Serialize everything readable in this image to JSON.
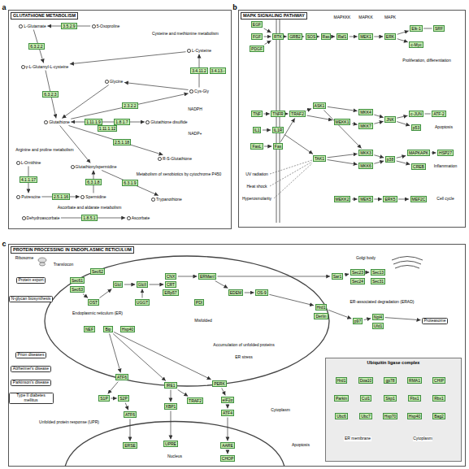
{
  "diagram": {
    "nodes": [
      {
        "text": [
          "GLUTATHIONE METABOLISM"
        ]
      },
      {
        "text": [
          "L-Glutamate"
        ],
        "in": 0
      },
      {
        "text": [
          "5-Oxoproline"
        ],
        "in": 0
      },
      {
        "text": [
          "L-Cysteine"
        ],
        "in": 0
      },
      {
        "text": [
          "Cys-Gly"
        ],
        "in": 0
      },
      {
        "text": [
          "γ-L-Glutamyl-L-cysteine"
        ],
        "in": 0
      },
      {
        "text": [
          "Glycine"
        ],
        "in": 0
      },
      {
        "text": [
          "Glutathione"
        ],
        "in": 0
      },
      {
        "text": [
          "Glutathione disulfide"
        ],
        "in": 0
      },
      {
        "text": [
          "R-S-Glutathione"
        ],
        "in": 0
      },
      {
        "text": [
          "L-Ornithine"
        ],
        "in": 0
      },
      {
        "text": [
          "Putrescine"
        ],
        "in": 0
      },
      {
        "text": [
          "Spermidine"
        ],
        "in": 0
      },
      {
        "text": [
          "Glutathionylspermidine"
        ],
        "in": 0
      },
      {
        "text": [
          "Trypanothione"
        ],
        "in": 0
      },
      {
        "text": [
          "Dehydroascorbate"
        ],
        "in": 0
      },
      {
        "text": [
          "Ascorbate"
        ],
        "in": 0
      },
      {
        "text": [
          "3.5.2.9"
        ],
        "in": 0
      },
      {
        "text": [
          "6.3.2.2"
        ],
        "in": 0
      },
      {
        "text": [
          "6.3.2.3"
        ],
        "in": 0
      },
      {
        "text": [
          "2.3.2.2"
        ],
        "in": 0
      },
      {
        "text": [
          "3.4.11.2"
        ],
        "in": 0
      },
      {
        "text": [
          "3.4.13.-"
        ],
        "in": 0
      },
      {
        "text": [
          "1.11.1.9"
        ],
        "in": 0
      },
      {
        "text": [
          "1.8.1.7"
        ],
        "in": 0
      },
      {
        "text": [
          "1.11.1.12"
        ],
        "in": 0
      },
      {
        "text": [
          "2.5.1.18"
        ],
        "in": 0
      },
      {
        "text": [
          "4.1.1.17"
        ],
        "in": 0
      },
      {
        "text": [
          "2.5.1.16"
        ],
        "in": 0
      },
      {
        "text": [
          "6.3.1.8"
        ],
        "in": 0
      },
      {
        "text": [
          "6.3.1.9"
        ],
        "in": 0
      },
      {
        "text": [
          "1.8.5.1"
        ],
        "in": 0
      },
      {
        "text": [
          "MAPK SIGNALING PATHWAY"
        ]
      },
      {
        "text": [
          "EGF"
        ],
        "in": 32
      },
      {
        "text": [
          "FGF"
        ],
        "in": 32
      },
      {
        "text": [
          "PDGF"
        ],
        "in": 32
      },
      {
        "text": [
          "RTK"
        ],
        "in": 32
      },
      {
        "text": [
          "GRB2"
        ],
        "in": 32
      },
      {
        "text": [
          "SOS"
        ],
        "in": 32
      },
      {
        "text": [
          "Ras"
        ],
        "in": 32
      },
      {
        "text": [
          "Raf1"
        ],
        "in": 32
      },
      {
        "text": [
          "MEK1"
        ],
        "in": 32
      },
      {
        "text": [
          "ERK"
        ],
        "in": 32
      },
      {
        "text": [
          "Elk-1"
        ],
        "in": 32
      },
      {
        "text": [
          "SRF"
        ],
        "in": 32
      },
      {
        "text": [
          "c-Myc"
        ],
        "in": 32
      },
      {
        "text": [
          "TNF"
        ],
        "in": 32
      },
      {
        "text": [
          "IL1"
        ],
        "in": 32
      },
      {
        "text": [
          "FasL"
        ],
        "in": 32
      },
      {
        "text": [
          "TNFR"
        ],
        "in": 32
      },
      {
        "text": [
          "IL1R"
        ],
        "in": 32
      },
      {
        "text": [
          "Fas"
        ],
        "in": 32
      },
      {
        "text": [
          "TRAF2"
        ],
        "in": 32
      },
      {
        "text": [
          "ASK1"
        ],
        "in": 32
      },
      {
        "text": [
          "MEKK1"
        ],
        "in": 32
      },
      {
        "text": [
          "MKK4"
        ],
        "in": 32
      },
      {
        "text": [
          "MKK7"
        ],
        "in": 32
      },
      {
        "text": [
          "JNK"
        ],
        "in": 32
      },
      {
        "text": [
          "c-JUN"
        ],
        "in": 32
      },
      {
        "text": [
          "ATF-2"
        ],
        "in": 32
      },
      {
        "text": [
          "p53"
        ],
        "in": 32
      },
      {
        "text": [
          "TAK1"
        ],
        "in": 32
      },
      {
        "text": [
          "MKK3"
        ],
        "in": 32
      },
      {
        "text": [
          "MKK6"
        ],
        "in": 32
      },
      {
        "text": [
          "p38"
        ],
        "in": 32
      },
      {
        "text": [
          "MAPKAPK"
        ],
        "in": 32
      },
      {
        "text": [
          "HSP27"
        ],
        "in": 32
      },
      {
        "text": [
          "CREB"
        ],
        "in": 32
      },
      {
        "text": [
          "MEKK2"
        ],
        "in": 32
      },
      {
        "text": [
          "MEK5"
        ],
        "in": 32
      },
      {
        "text": [
          "ERK5"
        ],
        "in": 32
      },
      {
        "text": [
          "MEF2C"
        ],
        "in": 32
      },
      {
        "text": [
          "PROTEIN PROCESSING IN ENDOPLASMIC RETICULUM"
        ]
      },
      {
        "text": [
          "Protein export"
        ],
        "in": 72
      },
      {
        "text": [
          "N-glycan biosynthesis"
        ],
        "in": 72
      },
      {
        "text": [
          "Sec61"
        ],
        "in": 72
      },
      {
        "text": [
          "Sec62"
        ],
        "in": 72
      },
      {
        "text": [
          "Sec63"
        ],
        "in": 72
      },
      {
        "text": [
          "OST"
        ],
        "in": 72
      },
      {
        "text": [
          "GlcI"
        ],
        "in": 72
      },
      {
        "text": [
          "GlcII"
        ],
        "in": 72
      },
      {
        "text": [
          "CNX"
        ],
        "in": 72
      },
      {
        "text": [
          "CRT"
        ],
        "in": 72
      },
      {
        "text": [
          "ERp57"
        ],
        "in": 72
      },
      {
        "text": [
          "UGGT"
        ],
        "in": 72
      },
      {
        "text": [
          "ERManI"
        ],
        "in": 72
      },
      {
        "text": [
          "EDEM"
        ],
        "in": 72
      },
      {
        "text": [
          "OS-9"
        ],
        "in": 72
      },
      {
        "text": [
          "Hrd1"
        ],
        "in": 72
      },
      {
        "text": [
          "Derlin"
        ],
        "in": 72
      },
      {
        "text": [
          "NEF"
        ],
        "in": 72
      },
      {
        "text": [
          "Bip"
        ],
        "in": 72
      },
      {
        "text": [
          "Hsp40"
        ],
        "in": 72
      },
      {
        "text": [
          "PDI"
        ],
        "in": 72
      },
      {
        "text": [
          "ATF6"
        ],
        "in": 72
      },
      {
        "text": [
          "IRE1"
        ],
        "in": 72
      },
      {
        "text": [
          "PERK"
        ],
        "in": 72
      },
      {
        "text": [
          "S1P"
        ],
        "in": 72
      },
      {
        "text": [
          "S2P"
        ],
        "in": 72
      },
      {
        "text": [
          "ATF6"
        ],
        "in": 72
      },
      {
        "text": [
          "XBP1"
        ],
        "in": 72
      },
      {
        "text": [
          "TRAF2"
        ],
        "in": 72
      },
      {
        "text": [
          "eIF2α"
        ],
        "in": 72
      },
      {
        "text": [
          "ATF4"
        ],
        "in": 72
      },
      {
        "text": [
          "ERSE"
        ],
        "in": 72
      },
      {
        "text": [
          "UPRE"
        ],
        "in": 72
      },
      {
        "text": [
          "AARE"
        ],
        "in": 72
      },
      {
        "text": [
          "CHOP"
        ],
        "in": 72
      },
      {
        "text": [
          "Sar1"
        ],
        "in": 72
      },
      {
        "text": [
          "Sec23"
        ],
        "in": 72
      },
      {
        "text": [
          "Sec24"
        ],
        "in": 72
      },
      {
        "text": [
          "Sec13"
        ],
        "in": 72
      },
      {
        "text": [
          "Sec31"
        ],
        "in": 72
      },
      {
        "text": [
          "p97"
        ],
        "in": 72
      },
      {
        "text": [
          "Npl4"
        ],
        "in": 72
      },
      {
        "text": [
          "Ufd1"
        ],
        "in": 72
      },
      {
        "text": [
          "Proteasome"
        ],
        "in": 72
      },
      {
        "text": [
          "Prion diseases"
        ],
        "in": 72
      },
      {
        "text": [
          "Alzheimer's disease"
        ],
        "in": 72
      },
      {
        "text": [
          "Parkinson's disease"
        ],
        "in": 72
      },
      {
        "text": [
          "Type II diabetes mellitus"
        ],
        "in": 72
      },
      {
        "text": [
          "Ubiquitin ligase complex"
        ],
        "in": 72
      },
      {
        "text": [
          "Hrd1"
        ],
        "in": 121
      },
      {
        "text": [
          "Doa10"
        ],
        "in": 121
      },
      {
        "text": [
          "gp78"
        ],
        "in": 121
      },
      {
        "text": [
          "RMA1"
        ],
        "in": 121
      },
      {
        "text": [
          "CHIP"
        ],
        "in": 121
      },
      {
        "text": [
          "Parkin"
        ],
        "in": 121
      },
      {
        "text": [
          "Cul1"
        ],
        "in": 121
      },
      {
        "text": [
          "Skp1"
        ],
        "in": 121
      },
      {
        "text": [
          "Fbs1"
        ],
        "in": 121
      },
      {
        "text": [
          "Rbx1"
        ],
        "in": 121
      },
      {
        "text": [
          "Ubc6"
        ],
        "in": 121
      },
      {
        "text": [
          "Ubc7"
        ],
        "in": 121
      },
      {
        "text": [
          "Hsp70"
        ],
        "in": 121
      },
      {
        "text": [
          "Hsp40"
        ],
        "in": 121
      },
      {
        "text": [
          "Bag2"
        ],
        "in": 121
      }
    ],
    "edges": [
      {
        "from": 1,
        "to": 5,
        "arrow": "to"
      },
      {
        "from": 3,
        "to": 5,
        "arrow": "to"
      },
      {
        "from": 5,
        "to": 7,
        "arrow": "to"
      },
      {
        "from": 6,
        "to": 7,
        "arrow": "to"
      },
      {
        "from": 7,
        "to": 4,
        "arrow": "to"
      },
      {
        "from": 4,
        "to": 3,
        "arrow": "to"
      },
      {
        "from": 4,
        "to": 6,
        "arrow": "to"
      },
      {
        "from": 2,
        "to": 1,
        "arrow": "to"
      },
      {
        "from": 7,
        "to": 8,
        "arrow": "both"
      },
      {
        "from": 7,
        "to": 9,
        "arrow": "to"
      },
      {
        "from": 10,
        "to": 11,
        "arrow": "to"
      },
      {
        "from": 11,
        "to": 12,
        "arrow": "to"
      },
      {
        "from": 12,
        "to": 13,
        "arrow": "to"
      },
      {
        "from": 7,
        "to": 13,
        "arrow": "to"
      },
      {
        "from": 13,
        "to": 14,
        "arrow": "to"
      },
      {
        "from": 15,
        "to": 16,
        "arrow": "to"
      },
      {
        "from": 33,
        "to": 36,
        "arrow": "to"
      },
      {
        "from": 34,
        "to": 36,
        "arrow": "to"
      },
      {
        "from": 35,
        "to": 36,
        "arrow": "to"
      },
      {
        "from": 36,
        "to": 37,
        "arrow": "to"
      },
      {
        "from": 37,
        "to": 38,
        "arrow": "to"
      },
      {
        "from": 38,
        "to": 39,
        "arrow": "to"
      },
      {
        "from": 39,
        "to": 40,
        "arrow": "to"
      },
      {
        "from": 40,
        "to": 41,
        "arrow": "to"
      },
      {
        "from": 41,
        "to": 42,
        "arrow": "to"
      },
      {
        "from": 42,
        "to": 43,
        "arrow": "to"
      },
      {
        "from": 42,
        "to": 45,
        "arrow": "to"
      },
      {
        "from": 43,
        "to": 44,
        "arrow": "none"
      },
      {
        "from": 46,
        "to": 49,
        "arrow": "to"
      },
      {
        "from": 47,
        "to": 50,
        "arrow": "to"
      },
      {
        "from": 48,
        "to": 51,
        "arrow": "to"
      },
      {
        "from": 49,
        "to": 52,
        "arrow": "to"
      },
      {
        "from": 51,
        "to": 52,
        "arrow": "to"
      },
      {
        "from": 52,
        "to": 53,
        "arrow": "to"
      },
      {
        "from": 52,
        "to": 54,
        "arrow": "to"
      },
      {
        "from": 53,
        "to": 55,
        "arrow": "to"
      },
      {
        "from": 54,
        "to": 56,
        "arrow": "to"
      },
      {
        "from": 55,
        "to": 57,
        "arrow": "to"
      },
      {
        "from": 56,
        "to": 57,
        "arrow": "to"
      },
      {
        "from": 57,
        "to": 58,
        "arrow": "to"
      },
      {
        "from": 57,
        "to": 60,
        "arrow": "to"
      },
      {
        "from": 58,
        "to": 59,
        "arrow": "none"
      },
      {
        "from": 50,
        "to": 61,
        "arrow": "to"
      },
      {
        "from": 61,
        "to": 62,
        "arrow": "to"
      },
      {
        "from": 61,
        "to": 63,
        "arrow": "to"
      },
      {
        "from": 62,
        "to": 64,
        "arrow": "to"
      },
      {
        "from": 63,
        "to": 64,
        "arrow": "to"
      },
      {
        "from": 64,
        "to": 65,
        "arrow": "to"
      },
      {
        "from": 65,
        "to": 66,
        "arrow": "to"
      },
      {
        "from": 64,
        "to": 67,
        "arrow": "to"
      },
      {
        "from": 68,
        "to": 69,
        "arrow": "to"
      },
      {
        "from": 69,
        "to": 70,
        "arrow": "to"
      },
      {
        "from": 70,
        "to": 71,
        "arrow": "to"
      },
      {
        "from": 53,
        "to": 62,
        "arrow": "to"
      },
      {
        "from": 77,
        "to": 78,
        "arrow": "to"
      },
      {
        "from": 78,
        "to": 79,
        "arrow": "to"
      },
      {
        "from": 79,
        "to": 80,
        "arrow": "to"
      },
      {
        "from": 80,
        "to": 82,
        "arrow": "to"
      },
      {
        "from": 84,
        "to": 80,
        "arrow": "to"
      },
      {
        "from": 81,
        "to": 85,
        "arrow": "to"
      },
      {
        "from": 85,
        "to": 86,
        "arrow": "to"
      },
      {
        "from": 86,
        "to": 87,
        "arrow": "to"
      },
      {
        "from": 87,
        "to": 88,
        "arrow": "to"
      },
      {
        "from": 88,
        "to": 113,
        "arrow": "to"
      },
      {
        "from": 113,
        "to": 114,
        "arrow": "to"
      },
      {
        "from": 114,
        "to": 116,
        "arrow": "to"
      },
      {
        "from": 85,
        "to": 108,
        "arrow": "to"
      },
      {
        "from": 108,
        "to": 109,
        "arrow": "to"
      },
      {
        "from": 109,
        "to": 111,
        "arrow": "to"
      },
      {
        "from": 91,
        "to": 94,
        "arrow": "to"
      },
      {
        "from": 91,
        "to": 95,
        "arrow": "to"
      },
      {
        "from": 91,
        "to": 96,
        "arrow": "to"
      },
      {
        "from": 94,
        "to": 97,
        "arrow": "to"
      },
      {
        "from": 97,
        "to": 98,
        "arrow": "to"
      },
      {
        "from": 98,
        "to": 99,
        "arrow": "to"
      },
      {
        "from": 99,
        "to": 104,
        "arrow": "to"
      },
      {
        "from": 95,
        "to": 100,
        "arrow": "to"
      },
      {
        "from": 95,
        "to": 101,
        "arrow": "to"
      },
      {
        "from": 100,
        "to": 105,
        "arrow": "to"
      },
      {
        "from": 96,
        "to": 102,
        "arrow": "to"
      },
      {
        "from": 102,
        "to": 103,
        "arrow": "to"
      },
      {
        "from": 103,
        "to": 106,
        "arrow": "to"
      },
      {
        "from": 106,
        "to": 107,
        "arrow": "to"
      }
    ],
    "labels": [
      "a",
      "b",
      "c",
      "Cysteine and methionine metabolism",
      "Arginine and proline metabolism",
      "Ascorbate and aldarate metabolism",
      "Metabolism of xenobiotics by cytochrome P450",
      "NADPH",
      "NADP+",
      "MAPKKK",
      "MAPKK",
      "MAPK",
      "Proliferation, differentiation",
      "Apoptosis",
      "Inflammation",
      "Cell cycle",
      "UV radiation",
      "Heat shock",
      "Hyperosmolarity",
      "Ribosome",
      "Translocon",
      "Endoplasmic reticulum (ER)",
      "Misfolded",
      "Accumulation of unfolded proteins",
      "ER stress",
      "Golgi body",
      "ER-associated degradation (ERAD)",
      "Unfolded protein response (UPR)",
      "Nucleus",
      "Apoptosis",
      "Cytoplasm",
      "ER membrane",
      "Cytoplasm"
    ]
  }
}
